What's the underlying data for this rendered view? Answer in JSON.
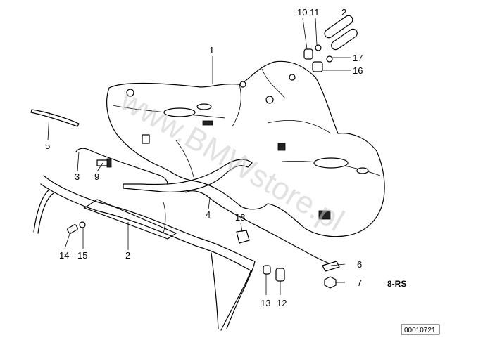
{
  "diagram": {
    "callouts": {
      "c1": "1",
      "c2_top": "2",
      "c10": "10",
      "c11": "11",
      "c17": "17",
      "c16": "16",
      "c5": "5",
      "c3": "3",
      "c9": "9",
      "c4": "4",
      "c18": "18",
      "c14": "14",
      "c15": "15",
      "c2_bottom": "2",
      "c6": "6",
      "c7": "7",
      "c13": "13",
      "c12": "12"
    },
    "model_code": "8-RS",
    "reference_number": "00010721",
    "watermark": "www.BMWstore.pl"
  }
}
